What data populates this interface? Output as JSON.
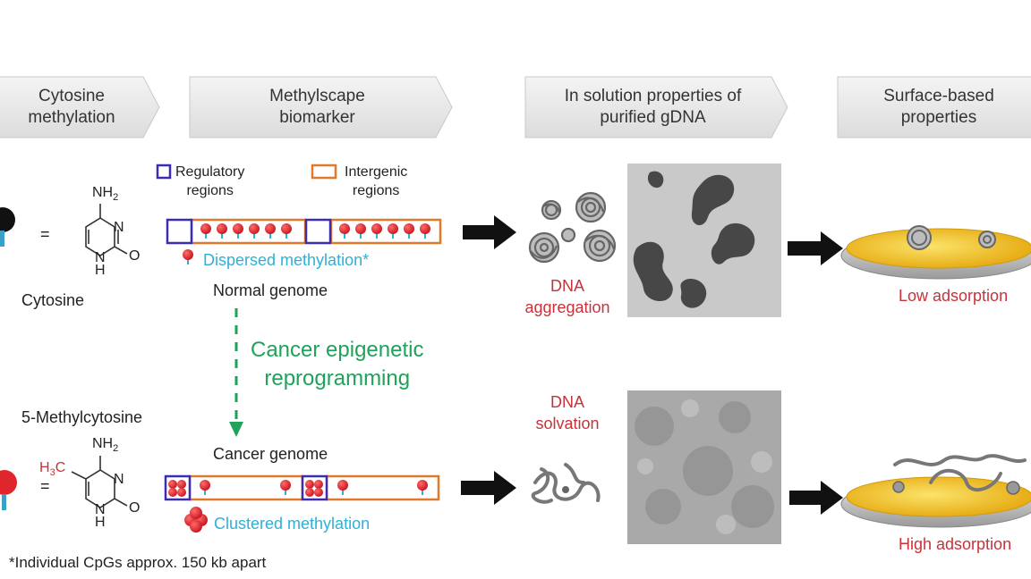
{
  "headers": [
    {
      "line1": "Cytosine",
      "line2": "methylation"
    },
    {
      "line1": "Methylscape",
      "line2": "biomarker"
    },
    {
      "line1": "In solution properties of",
      "line2": "purified gDNA"
    },
    {
      "line1": "Surface-based",
      "line2": "properties"
    }
  ],
  "legend": {
    "regulatory_line1": "Regulatory",
    "regulatory_line2": "regions",
    "intergenic_line1": "Intergenic",
    "intergenic_line2": "regions"
  },
  "cytosine": {
    "eq": "=",
    "nh2": "NH",
    "nh2_sub": "2",
    "n": "N",
    "nh": "N",
    "h": "H",
    "o": "O",
    "name": "Cytosine"
  },
  "methylcytosine": {
    "name": "5-Methylcytosine",
    "eq": "=",
    "h3c_h": "H",
    "h3c_3": "3",
    "h3c_c": "C",
    "nh2": "NH",
    "nh2_sub": "2",
    "n": "N",
    "nh": "N",
    "h": "H",
    "o": "O"
  },
  "normal": {
    "label": "Normal genome",
    "methylation": "Dispersed methylation*"
  },
  "transition": {
    "line1": "Cancer epigenetic",
    "line2": "reprogramming"
  },
  "cancer": {
    "label": "Cancer genome",
    "methylation": "Clustered methylation"
  },
  "solution": {
    "aggregation_line1": "DNA",
    "aggregation_line2": "aggregation",
    "solvation_line1": "DNA",
    "solvation_line2": "solvation"
  },
  "surface": {
    "low": "Low adsorption",
    "high": "High adsorption"
  },
  "footnote": "*Individual CpGs approx. 150 kb apart",
  "colors": {
    "regulatory": "#3b2db0",
    "intergenic": "#e07a2a",
    "methyl_red": "#e0262d",
    "green": "#1fa25a",
    "cyan": "#2fb0d6",
    "label_red": "#c8323a",
    "gold": "#f2c21a"
  }
}
